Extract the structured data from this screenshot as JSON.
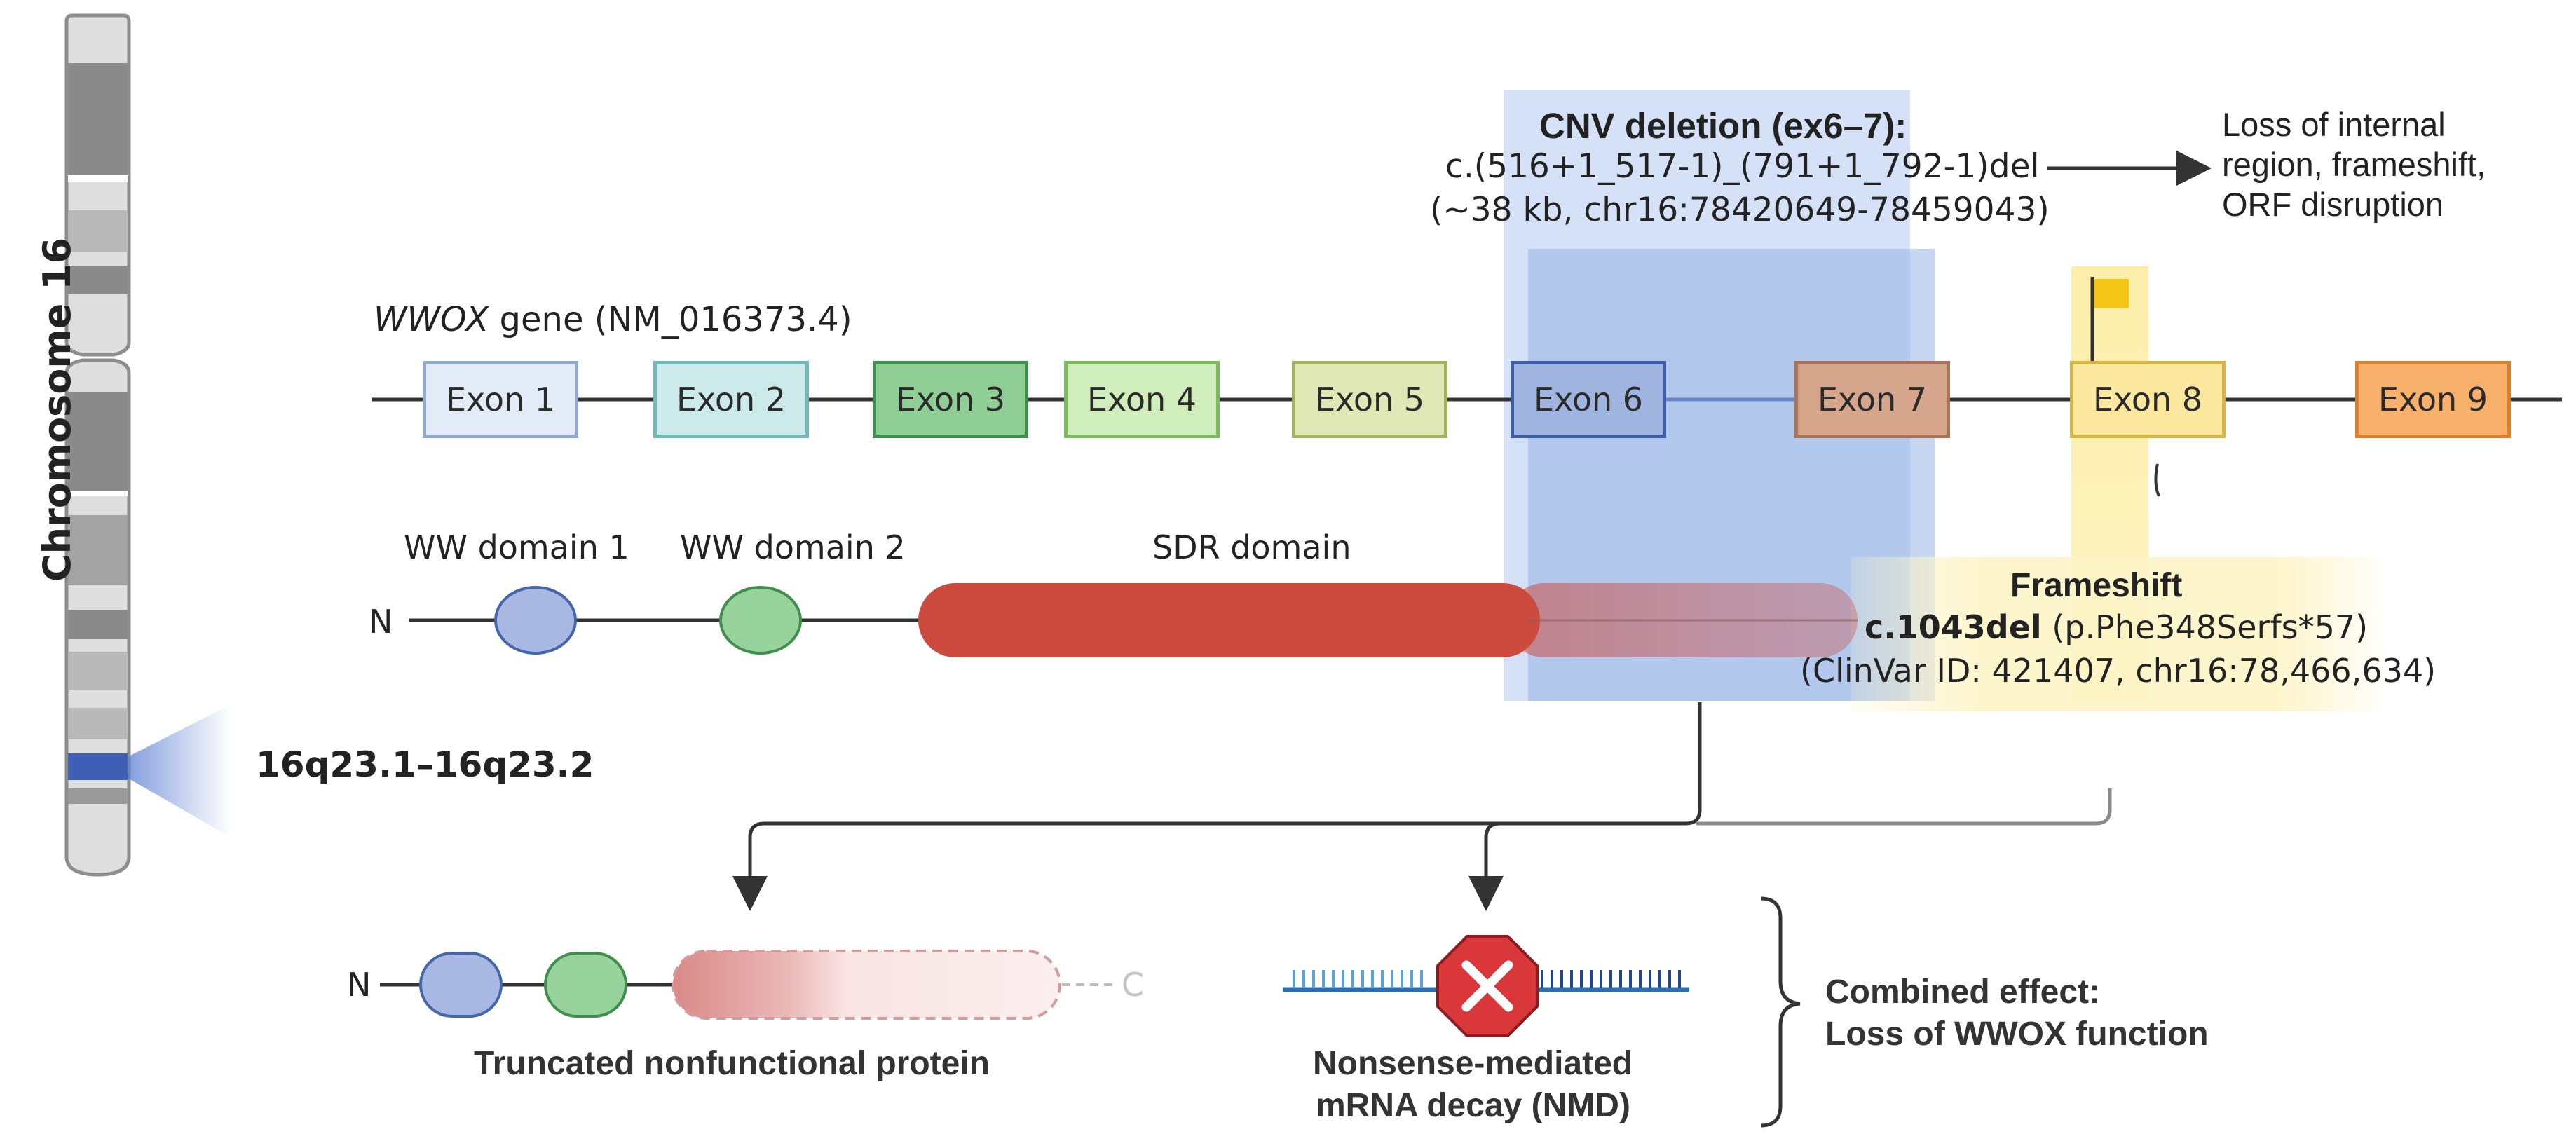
{
  "chromosome": {
    "label": "Chromosome 16",
    "band_label": "16q23.1–16q23.2"
  },
  "gene": {
    "symbol": "WWOX",
    "rest": " gene (NM_016373.4)",
    "exons": [
      {
        "label": "Exon 1",
        "fill": "#e3ebf7",
        "stroke": "#8fa9d4"
      },
      {
        "label": "Exon 2",
        "fill": "#cdeaea",
        "stroke": "#6fb9b9"
      },
      {
        "label": "Exon 3",
        "fill": "#8fcf96",
        "stroke": "#3e8f4b"
      },
      {
        "label": "Exon 4",
        "fill": "#cfeebc",
        "stroke": "#7cba5c"
      },
      {
        "label": "Exon 5",
        "fill": "#dfe8b4",
        "stroke": "#a3b25d"
      },
      {
        "label": "Exon 6",
        "fill": "#9fb5e0",
        "stroke": "#3e5fa8"
      },
      {
        "label": "Exon 7",
        "fill": "#d5a58c",
        "stroke": "#a9735a"
      },
      {
        "label": "Exon 8",
        "fill": "#fbe79d",
        "stroke": "#d7b444"
      },
      {
        "label": "Exon 9",
        "fill": "#f8b06d",
        "stroke": "#dc7f2f"
      }
    ]
  },
  "protein": {
    "n_label": "N",
    "c_label": "C",
    "domains": [
      "WW domain 1",
      "WW domain 2",
      "SDR domain"
    ]
  },
  "cnv": {
    "title": "CNV deletion (ex6–7):",
    "hgvs": "c.(516+1_517-1)_(791+1_792-1)del",
    "detail": "(~38 kb, chr16:78420649-78459043)"
  },
  "loss": {
    "lines": [
      "Loss of internal",
      "region, frameshift,",
      "ORF disruption"
    ]
  },
  "frameshift": {
    "title": "Frameshift",
    "variant": "c.1043del",
    "protein_change": " (p.Phe348Serfs*57)",
    "clinvar": "(ClinVar ID: 421407, chr16:78,466,634)"
  },
  "outcomes": {
    "truncated_label": "Truncated nonfunctional protein",
    "nmd_line1": "Nonsense-mediated",
    "nmd_line2": "mRNA decay (NMD)",
    "combined_line1": "Combined effect:",
    "combined_line2": "Loss of WWOX function"
  },
  "colors": {
    "cnv_highlight": "#8fb0e3",
    "frameshift_highlight": "#fbe98e",
    "sdr_domain": "#cc4a3e",
    "ww_domain_1": "#a9b8e2",
    "ww_domain_2": "#98d39e",
    "nmd_stop": "#d9373a"
  }
}
